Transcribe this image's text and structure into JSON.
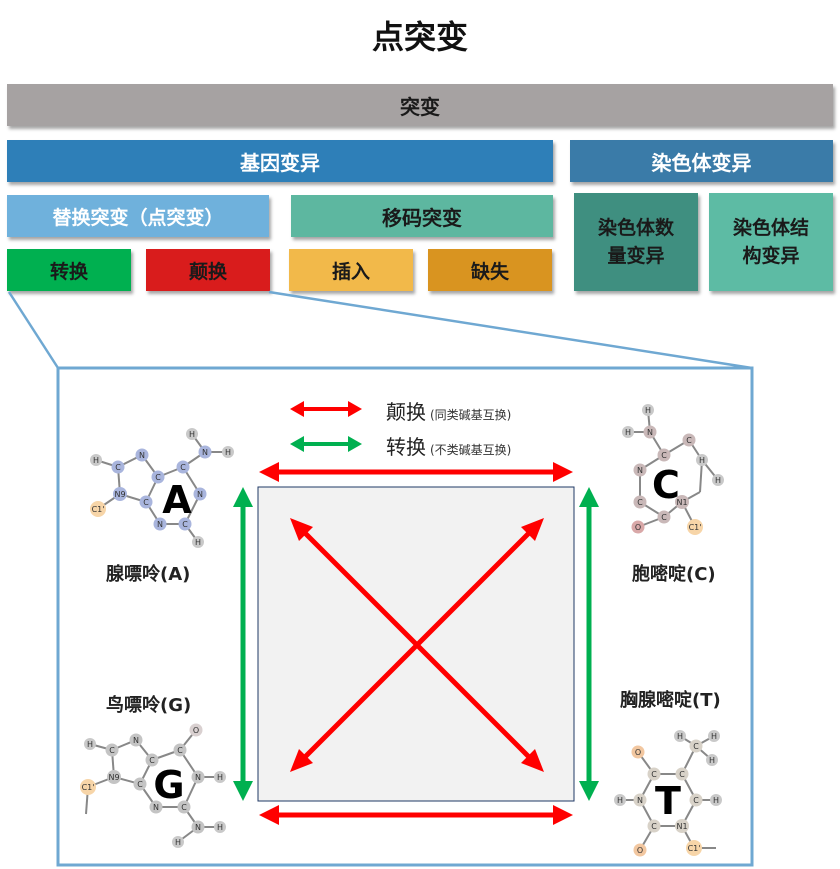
{
  "title": "点突变",
  "hierarchy": {
    "mutation": "突变",
    "gene_mutation": "基因变异",
    "chromosome_mutation": "染色体变异",
    "substitution": "替换突变（点突变）",
    "frameshift": "移码突变",
    "transition": "转换",
    "transversion": "颠换",
    "insertion": "插入",
    "deletion": "缺失",
    "chrom_number": "染色体数量变异",
    "chrom_structure": "染色体结构变异"
  },
  "legend": {
    "transversion_label": "颠换",
    "transversion_note": "(同类碱基互换)",
    "transition_label": "转换",
    "transition_note": "(不类碱基互换)"
  },
  "bases": {
    "A": {
      "letter": "A",
      "name": "腺嘌呤(A)"
    },
    "C": {
      "letter": "C",
      "name": "胞嘧啶(C)"
    },
    "G": {
      "letter": "G",
      "name": "鸟嘌呤(G)"
    },
    "T": {
      "letter": "T",
      "name": "胸腺嘧啶(T)"
    }
  },
  "atoms": {
    "H": "H",
    "C": "C",
    "N": "N",
    "N1": "N1",
    "N9": "N9",
    "O": "O",
    "C1p": "C1'"
  },
  "colors": {
    "mutation": "#a6a2a2",
    "gene": "#2e7fb8",
    "chromosome": "#3a7ba8",
    "substitution": "#6fb1dc",
    "frameshift": "#5db7a0",
    "transition": "#00b050",
    "transversion": "#e02020",
    "insertion": "#f2b94a",
    "deletion": "#d99420",
    "chrom_number": "#3f8f80",
    "chrom_structure": "#5dbba4",
    "zoom_border": "#6fa8d2",
    "arrow_red": "#ff0000",
    "arrow_green": "#00b050"
  }
}
